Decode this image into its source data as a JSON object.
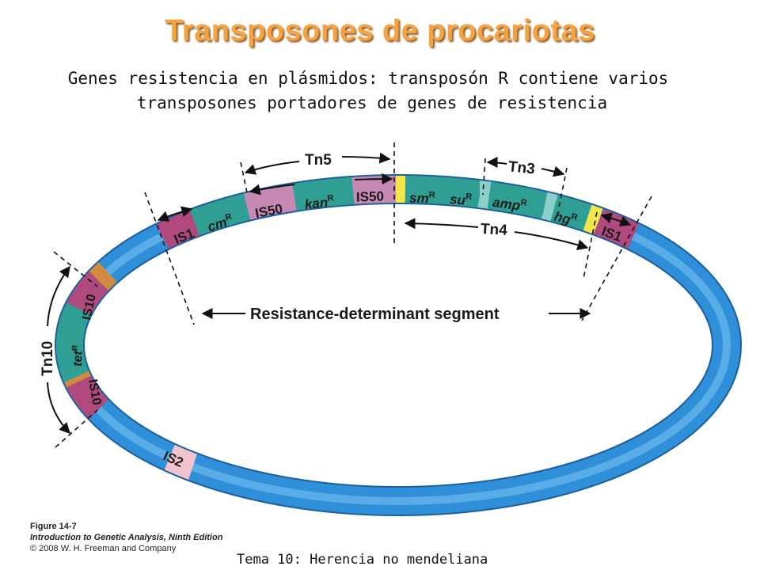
{
  "header": {
    "title": "Transposones de procariotas",
    "subtitle_line1": "Genes resistencia en plásmidos: transposón R contiene varios",
    "subtitle_line2": "transposones portadores de genes de resistencia"
  },
  "diagram": {
    "segments": {
      "is1_left": "IS1",
      "cm": "cm",
      "is50_a": "IS50",
      "kan": "kan",
      "is50_b": "IS50",
      "sm": "sm",
      "su": "su",
      "amp": "amp",
      "hg": "hg",
      "is1_right": "IS1",
      "is10_top": "IS10",
      "tet": "tet",
      "is10_bottom": "IS10",
      "is2": "IS2"
    },
    "superscript": "R",
    "brackets": {
      "tn5": "Tn5",
      "tn3": "Tn3",
      "tn4": "Tn4",
      "tn10": "Tn10",
      "resistance_segment": "Resistance-determinant segment"
    },
    "colors": {
      "plasmid_blue": "#2f8fd8",
      "is_purple": "#b04a7e",
      "gene_teal": "#2f9e93",
      "is50_pink": "#c888b4",
      "light_teal": "#8ccfc9",
      "yellow": "#f3e64a",
      "is10_orange": "#d28a40",
      "is2_pink": "#f2c2cd",
      "title_orange": "#f5a243"
    }
  },
  "caption": {
    "figure": "Figure 14-7",
    "book": "Introduction to Genetic Analysis, Ninth Edition",
    "copyright": "© 2008 W. H. Freeman and Company"
  },
  "footer": {
    "text": "Tema 10: Herencia no mendeliana"
  }
}
